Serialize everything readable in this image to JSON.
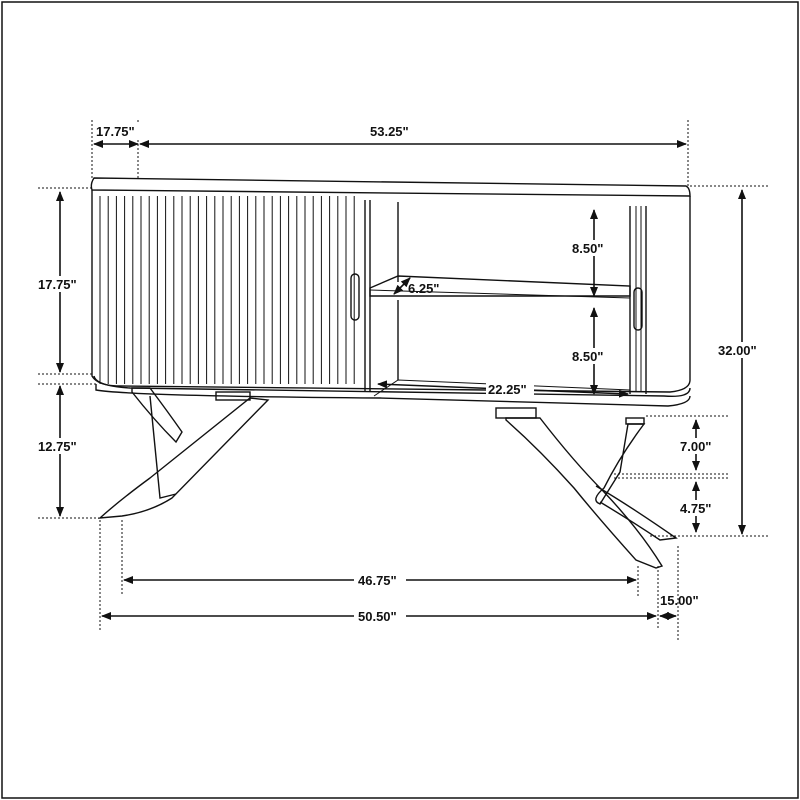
{
  "colors": {
    "stroke": "#111111",
    "background": "#ffffff"
  },
  "dimensions": {
    "top_depth": "17.75\"",
    "top_width": "53.25\"",
    "shelf_upper_height": "8.50\"",
    "shelf_depth": "6.25\"",
    "cabinet_height": "17.75\"",
    "overall_height": "32.00\"",
    "shelf_lower_height": "8.50\"",
    "shelf_width": "22.25\"",
    "leg_height": "12.75\"",
    "stretcher_height": "7.00\"",
    "stretcher_gap": "4.75\"",
    "leg_span_inner": "46.75\"",
    "leg_span_outer": "50.50\"",
    "foot_depth": "15.00\""
  }
}
